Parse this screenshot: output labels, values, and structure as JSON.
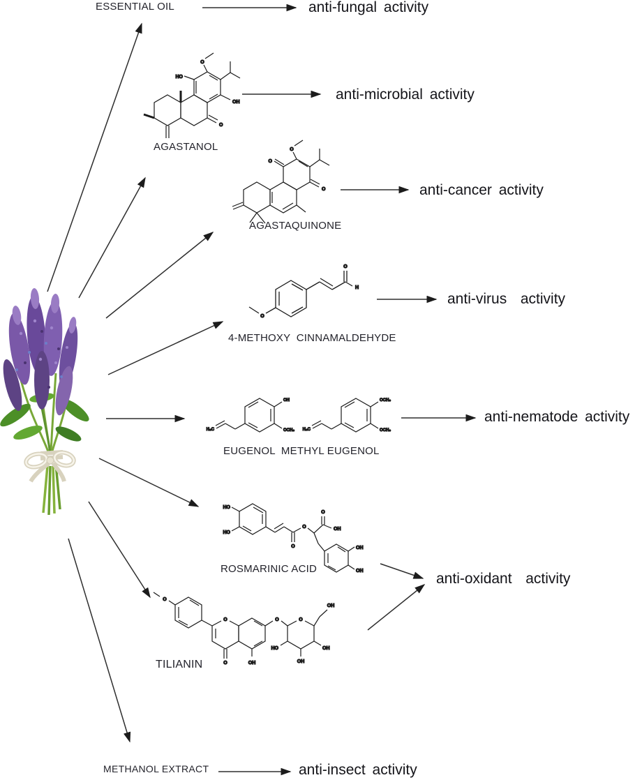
{
  "figure": {
    "description": "Agastache plant bioactivity diagram",
    "plant_image": "agastache-flower-bouquet",
    "colors": {
      "text": "#141419",
      "line": "#2e2e2e",
      "methoxy_oxygen_red": "#c4625e",
      "flower_purple": "#7a58a8",
      "leaf_green": "#4c8f27",
      "twine_white": "#efecdf"
    }
  },
  "labels": {
    "essential_oil": "ESSENTIAL OIL",
    "anti_fungal": "anti-fungal activity",
    "agastanol": "AGASTANOL",
    "anti_microbial": "anti-microbial activity",
    "agastaquinone": "AGASTAQUINONE",
    "anti_cancer": "anti-cancer activity",
    "methoxy_cinnamaldehyde": "4-METHOXY  CINNAMALDEHYDE",
    "anti_virus": "anti-virus  activity",
    "eugenols": "EUGENOL  METHYL EUGENOL",
    "anti_nematode": "anti-nematode activity",
    "rosmarinic_acid": "ROSMARINIC ACID",
    "anti_oxidant": "anti-oxidant  activity",
    "tilianin": "TILIANIN",
    "methanol_extract": "METHANOL EXTRACT",
    "anti_insect": "anti-insect activity"
  },
  "atoms": {
    "agastanol": [
      "HO",
      "O",
      "OH",
      "O"
    ],
    "agastaquinone": [
      "O",
      "O",
      "O"
    ],
    "cinnamaldehyde": [
      "O",
      "H",
      "O"
    ],
    "eugenol": [
      "H₂C",
      "OH",
      "OCH₃"
    ],
    "methyl_eugenol": [
      "H₂C",
      "OCH₃",
      "OCH₃"
    ],
    "rosmarinic": [
      "HO",
      "HO",
      "O",
      "O",
      "O",
      "OH",
      "OH",
      "OH"
    ],
    "tilianin": [
      "O",
      "O",
      "O",
      "OH",
      "O",
      "O",
      "OH",
      "HO",
      "OH",
      "OH"
    ]
  },
  "connections": [
    {
      "from": "plant",
      "to": "essential_oil"
    },
    {
      "from": "plant",
      "to": "agastanol"
    },
    {
      "from": "plant",
      "to": "agastaquinone"
    },
    {
      "from": "plant",
      "to": "methoxy_cinnamaldehyde"
    },
    {
      "from": "plant",
      "to": "eugenols"
    },
    {
      "from": "plant",
      "to": "rosmarinic_acid"
    },
    {
      "from": "plant",
      "to": "tilianin"
    },
    {
      "from": "plant",
      "to": "methanol_extract"
    },
    {
      "from": "essential_oil",
      "to": "anti_fungal"
    },
    {
      "from": "agastanol",
      "to": "anti_microbial"
    },
    {
      "from": "agastaquinone",
      "to": "anti_cancer"
    },
    {
      "from": "methoxy_cinnamaldehyde",
      "to": "anti_virus"
    },
    {
      "from": "eugenols",
      "to": "anti_nematode"
    },
    {
      "from": "rosmarinic_acid",
      "to": "anti_oxidant"
    },
    {
      "from": "tilianin",
      "to": "anti_oxidant"
    },
    {
      "from": "methanol_extract",
      "to": "anti_insect"
    }
  ]
}
